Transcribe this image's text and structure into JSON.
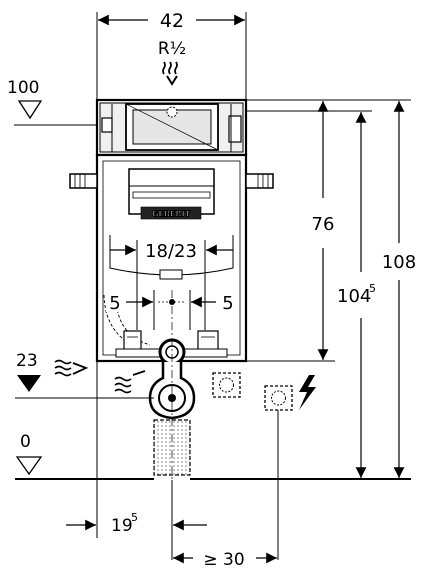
{
  "dimensions": {
    "top_width": "42",
    "water_inlet": "R½",
    "level_100": "100",
    "height_76": "76",
    "height_104_main": "104",
    "height_104_sup": "5",
    "height_108": "108",
    "spacing_18_23": "18/23",
    "offset_left_5": "5",
    "offset_right_5": "5",
    "level_23": "23",
    "level_0": "0",
    "distance_19_main": "19",
    "distance_19_sup": "5",
    "distance_min_30": "≥ 30"
  },
  "brand": {
    "logo_text": "GEBERIT"
  },
  "colors": {
    "line": "#000000",
    "fill_light": "#eeeeee",
    "fill_mid": "#d8d8d8",
    "fill_dark": "#333333"
  },
  "icons": {
    "water": "water-wave-icon",
    "drain": "drain-wave-icon",
    "electric": "electric-bolt-icon",
    "level": "level-triangle-icon"
  }
}
